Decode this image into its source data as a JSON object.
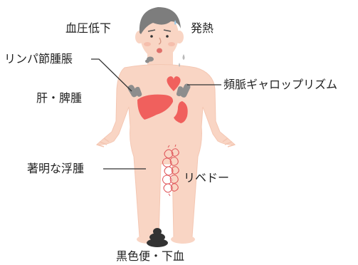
{
  "colors": {
    "skin": "#f9d5c4",
    "skin_outline": "#f2bfa8",
    "hair": "#7d7d7d",
    "organ": "#f0605d",
    "vessel": "#e0565a",
    "line": "#333333",
    "text": "#222222",
    "stool": "#333333",
    "node": "#8d8d8d"
  },
  "labels": {
    "hypotension": "血圧低下",
    "fever": "発熱",
    "lymphadenopathy": "リンパ節腫脹",
    "tachycardia": "頻脈ギャロップリズム",
    "hepatosplenomegaly": "肝・脾腫",
    "edema": "著明な浮腫",
    "livedo": "リベドー",
    "melena": "黒色便・下血"
  }
}
